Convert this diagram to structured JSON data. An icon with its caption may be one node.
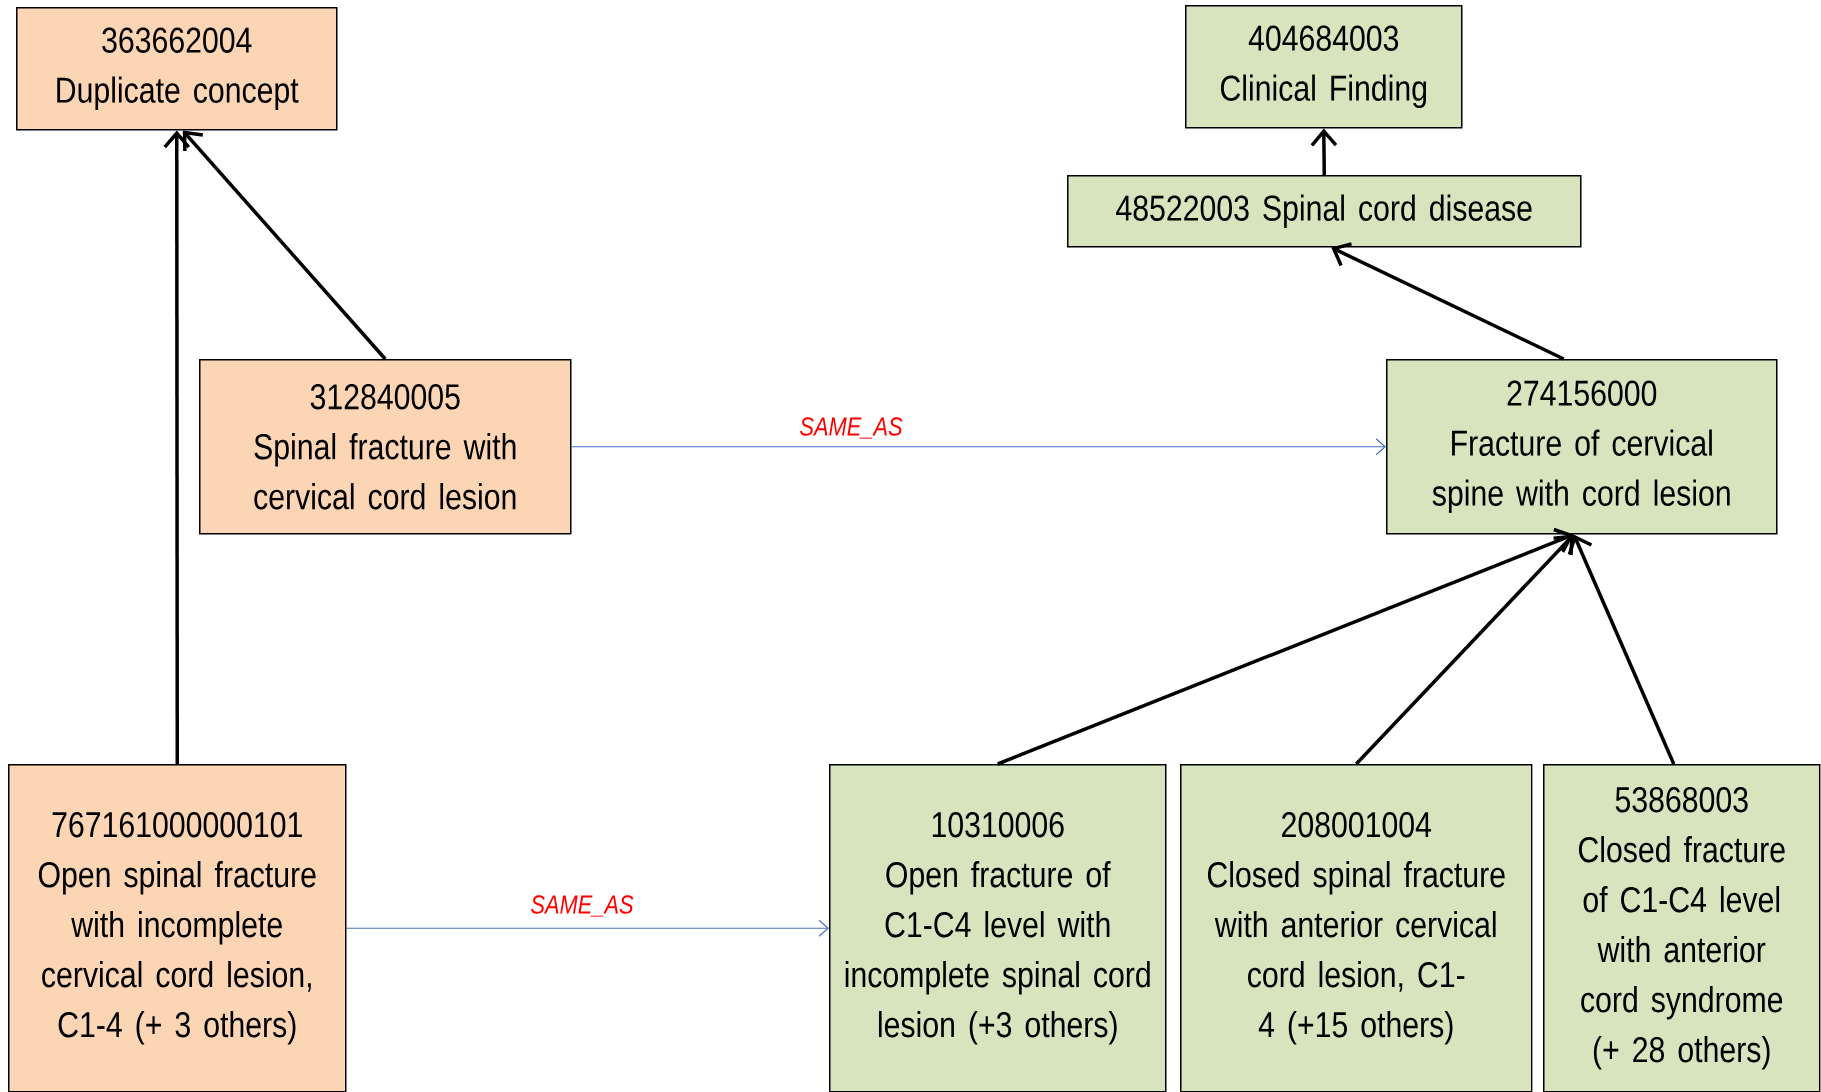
{
  "diagram": {
    "nodes": [
      {
        "text": [
          "363662004",
          "Duplicate concept"
        ]
      },
      {
        "text": [
          "404684003",
          "Clinical Finding"
        ]
      },
      {
        "text": [
          "48522003 Spinal cord disease"
        ]
      },
      {
        "text": [
          "312840005",
          "Spinal fracture with cervical cord lesion"
        ]
      },
      {
        "text": [
          "274156000",
          "Fracture of cervical spine with cord lesion"
        ]
      },
      {
        "text": [
          "767161000000101",
          "Open spinal fracture with incomplete cervical cord lesion, C1-4 (+ 3 others)"
        ]
      },
      {
        "text": [
          "10310006",
          "Open fracture of C1-C4 level with incomplete spinal cord lesion (+3 others)"
        ]
      },
      {
        "text": [
          "208001004",
          "Closed spinal fracture with anterior cervical cord lesion, C1-4 (+15  others)"
        ]
      },
      {
        "text": [
          "53868003",
          "Closed fracture of C1-C4 level with anterior cord syndrome (+ 28 others)"
        ]
      }
    ],
    "edges": [
      {
        "from": 5,
        "to": 0,
        "arrow": "to"
      },
      {
        "from": 3,
        "to": 0,
        "arrow": "to"
      },
      {
        "from": 2,
        "to": 1,
        "arrow": "to"
      },
      {
        "from": 4,
        "to": 2,
        "arrow": "to"
      },
      {
        "from": 6,
        "to": 4,
        "arrow": "to"
      },
      {
        "from": 7,
        "to": 4,
        "arrow": "to"
      },
      {
        "from": 8,
        "to": 4,
        "arrow": "to"
      },
      {
        "from": 3,
        "to": 4,
        "arrow": "to",
        "label": "SAME_AS",
        "color": "#4472c4"
      },
      {
        "from": 5,
        "to": 6,
        "arrow": "to",
        "label": "SAME_AS",
        "color": "#4472c4"
      }
    ]
  }
}
